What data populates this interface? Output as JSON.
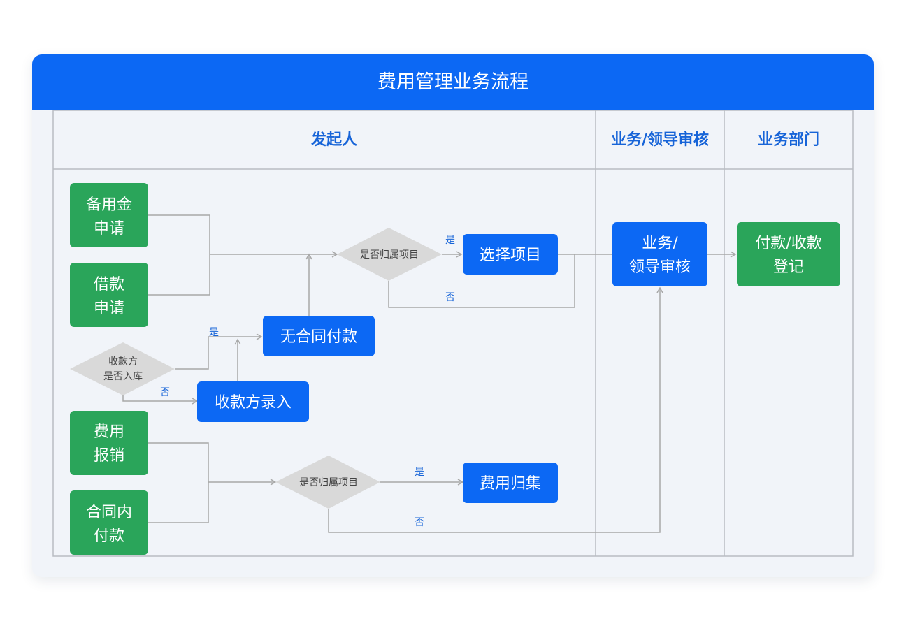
{
  "title": "费用管理业务流程",
  "lanes": [
    {
      "label": "发起人"
    },
    {
      "label": "业务/领导审核"
    },
    {
      "label": "业务部门"
    }
  ],
  "nodes": {
    "reserve_fund": {
      "lines": [
        "备用金",
        "申请"
      ]
    },
    "loan": {
      "lines": [
        "借款",
        "申请"
      ]
    },
    "expense_reimburse": {
      "lines": [
        "费用",
        "报销"
      ]
    },
    "contract_payment": {
      "lines": [
        "合同内",
        "付款"
      ]
    },
    "select_project": {
      "lines": [
        "选择项目"
      ]
    },
    "no_contract_payment": {
      "lines": [
        "无合同付款"
      ]
    },
    "payee_entry": {
      "lines": [
        "收款方录入"
      ]
    },
    "expense_collect": {
      "lines": [
        "费用归集"
      ]
    },
    "review": {
      "lines": [
        "业务/",
        "领导审核"
      ]
    },
    "payment_register": {
      "lines": [
        "付款/收款",
        "登记"
      ]
    }
  },
  "decisions": {
    "belongs_project_1": {
      "lines": [
        "是否归属项目"
      ]
    },
    "payee_in_db": {
      "lines": [
        "收款方",
        "是否入库"
      ]
    },
    "belongs_project_2": {
      "lines": [
        "是否归属项目"
      ]
    }
  },
  "edge_labels": {
    "yes": "是",
    "no": "否"
  },
  "colors": {
    "header": "#0c68f4",
    "blue_node": "#0c68f4",
    "green_node": "#2aa55a",
    "decision": "#d9d9d9",
    "line": "#a8a8a8",
    "lane_title": "#1764d8"
  }
}
